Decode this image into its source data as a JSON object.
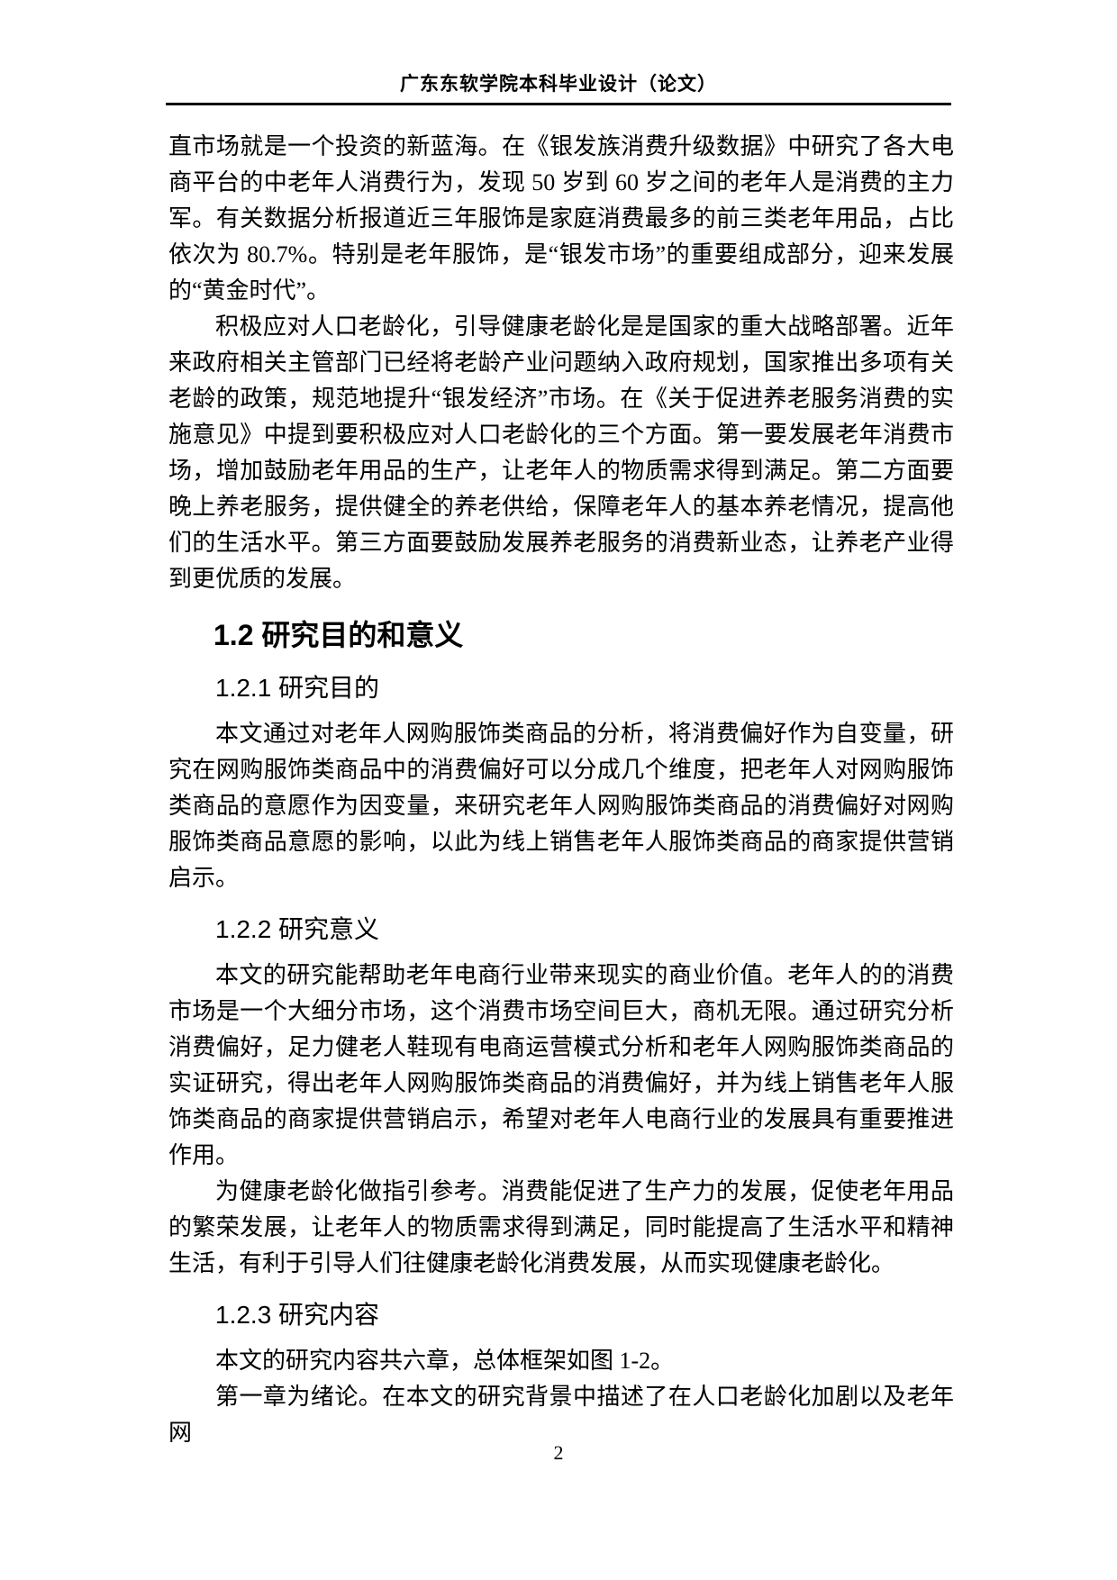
{
  "header": {
    "title": "广东东软学院本科毕业设计（论文）"
  },
  "body": {
    "continued_paragraph": "直市场就是一个投资的新蓝海。在《银发族消费升级数据》中研究了各大电商平台的中老年人消费行为，发现 50 岁到 60 岁之间的老年人是消费的主力军。有关数据分析报道近三年服饰是家庭消费最多的前三类老年用品，占比依次为 80.7%。特别是老年服饰，是“银发市场”的重要组成部分，迎来发展的“黄金时代”。",
    "paragraph_aging_policy": "积极应对人口老龄化，引导健康老龄化是是国家的重大战略部署。近年来政府相关主管部门已经将老龄产业问题纳入政府规划，国家推出多项有关老龄的政策，规范地提升“银发经济”市场。在《关于促进养老服务消费的实施意见》中提到要积极应对人口老龄化的三个方面。第一要发展老年消费市场，增加鼓励老年用品的生产，让老年人的物质需求得到满足。第二方面要晚上养老服务，提供健全的养老供给，保障老年人的基本养老情况，提高他们的生活水平。第三方面要鼓励发展养老服务的消费新业态，让养老产业得到更优质的发展。",
    "section_1_2": {
      "heading": "1.2 研究目的和意义",
      "sub_1_2_1": {
        "heading": "1.2.1 研究目的",
        "paragraph": "本文通过对老年人网购服饰类商品的分析，将消费偏好作为自变量，研究在网购服饰类商品中的消费偏好可以分成几个维度，把老年人对网购服饰类商品的意愿作为因变量，来研究老年人网购服饰类商品的消费偏好对网购服饰类商品意愿的影响，以此为线上销售老年人服饰类商品的商家提供营销启示。"
      },
      "sub_1_2_2": {
        "heading": "1.2.2 研究意义",
        "paragraph_1": "本文的研究能帮助老年电商行业带来现实的商业价值。老年人的的消费市场是一个大细分市场，这个消费市场空间巨大，商机无限。通过研究分析消费偏好，足力健老人鞋现有电商运营模式分析和老年人网购服饰类商品的实证研究，得出老年人网购服饰类商品的消费偏好，并为线上销售老年人服饰类商品的商家提供营销启示，希望对老年人电商行业的发展具有重要推进作用。",
        "paragraph_2": "为健康老龄化做指引参考。消费能促进了生产力的发展，促使老年用品的繁荣发展，让老年人的物质需求得到满足，同时能提高了生活水平和精神生活，有利于引导人们往健康老龄化消费发展，从而实现健康老龄化。"
      },
      "sub_1_2_3": {
        "heading": "1.2.3 研究内容",
        "paragraph_1": "本文的研究内容共六章，总体框架如图 1-2。",
        "paragraph_2": "第一章为绪论。在本文的研究背景中描述了在人口老龄化加剧以及老年网"
      }
    }
  },
  "footer": {
    "page_number": "2"
  }
}
